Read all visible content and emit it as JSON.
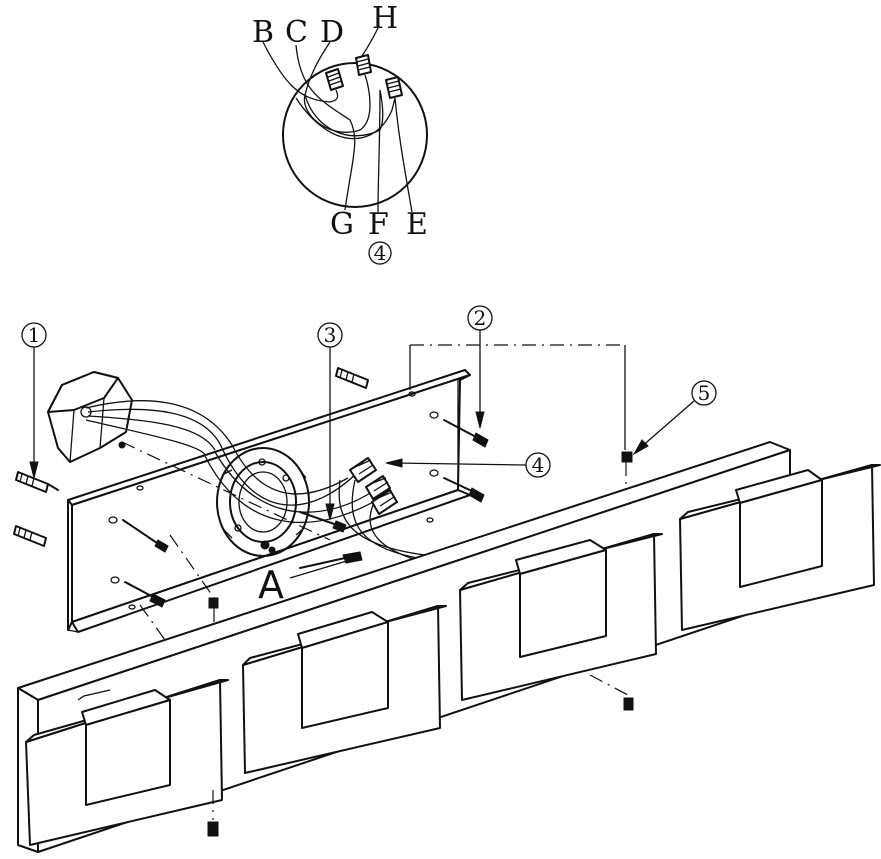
{
  "detail": {
    "top_letters": [
      "B",
      "C",
      "D",
      "H"
    ],
    "bottom_letters": [
      "G",
      "F",
      "E"
    ],
    "callout": "4"
  },
  "callouts": [
    "1",
    "2",
    "3",
    "4",
    "5"
  ],
  "main_label": "A"
}
